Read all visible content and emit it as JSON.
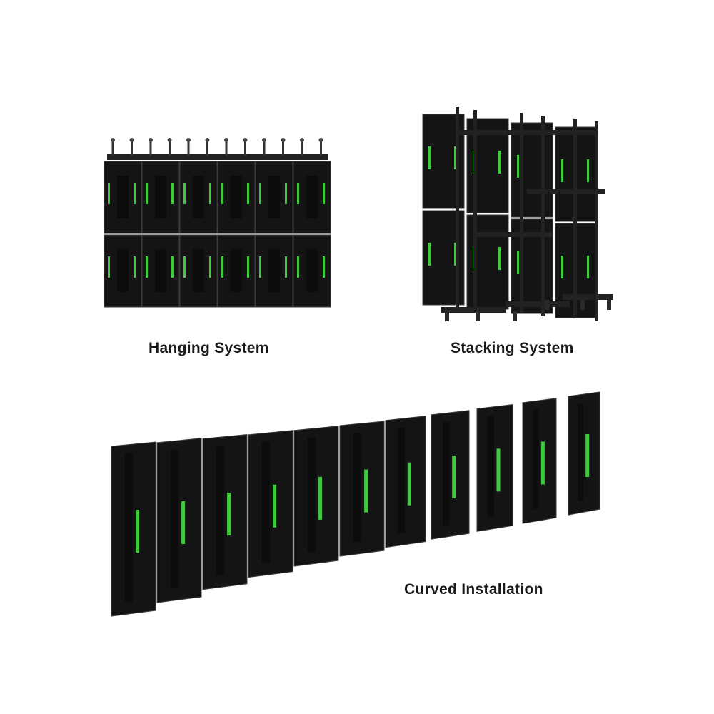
{
  "captions": {
    "hanging": "Hanging System",
    "stacking": "Stacking System",
    "curved": "Curved Installation"
  },
  "colors": {
    "panel": "#141414",
    "panel_edge": "#3a3a3a",
    "accent_green": "#3ecb3e",
    "frame": "#222222",
    "background": "#ffffff"
  },
  "icons": {
    "hanging": "led-wall-hanging-illustration",
    "stacking": "led-wall-stacking-illustration",
    "curved": "led-wall-curved-illustration"
  }
}
